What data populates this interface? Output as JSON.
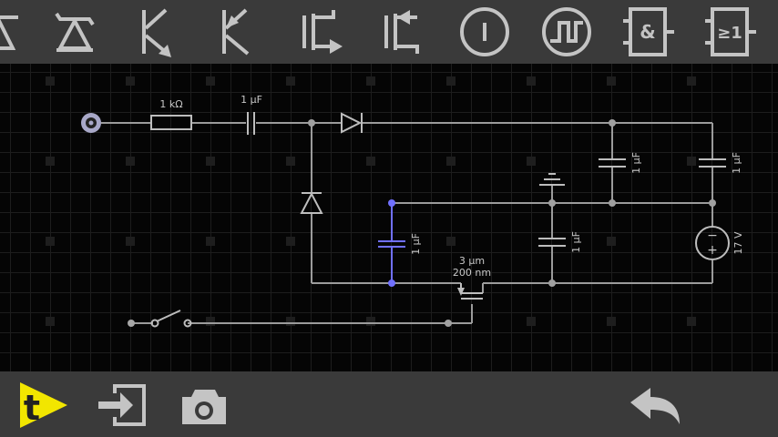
{
  "toolbar": {
    "components": [
      {
        "name": "diode",
        "icon": "diode-icon"
      },
      {
        "name": "zener-diode",
        "icon": "zener-diode-icon"
      },
      {
        "name": "npn-transistor",
        "icon": "npn-transistor-icon"
      },
      {
        "name": "pnp-transistor",
        "icon": "pnp-transistor-icon"
      },
      {
        "name": "n-mosfet",
        "icon": "n-mosfet-icon"
      },
      {
        "name": "p-mosfet",
        "icon": "p-mosfet-icon"
      },
      {
        "name": "dc-current-source",
        "icon": "current-source-icon"
      },
      {
        "name": "square-wave-source",
        "icon": "square-wave-icon"
      },
      {
        "name": "and-gate",
        "icon": "and-gate-icon",
        "label": "&"
      },
      {
        "name": "or-gate",
        "icon": "or-gate-icon",
        "label": "≥1"
      }
    ]
  },
  "circuit": {
    "resistor_label": "1 kΩ",
    "series_cap_label": "1 μF",
    "cap_right1_label": "1 μF",
    "cap_right2_label": "1 μF",
    "cap_selected_label": "1 μF",
    "cap_mid_label": "1 μF",
    "mosfet_width_label": "3 μm",
    "mosfet_length_label": "200 nm",
    "source_label": "17 V",
    "source_minus": "−",
    "source_plus": "+"
  },
  "bottom": {
    "app_logo_letter": "t",
    "actions": [
      "import",
      "screenshot",
      "undo"
    ]
  },
  "colors": {
    "toolbar_bg": "#3a3a3a",
    "canvas_bg": "#050505",
    "wire": "#9b9b9b",
    "selected_wire": "#7070ff",
    "logo_yellow": "#f2e600",
    "icon": "#c4c4c4"
  }
}
